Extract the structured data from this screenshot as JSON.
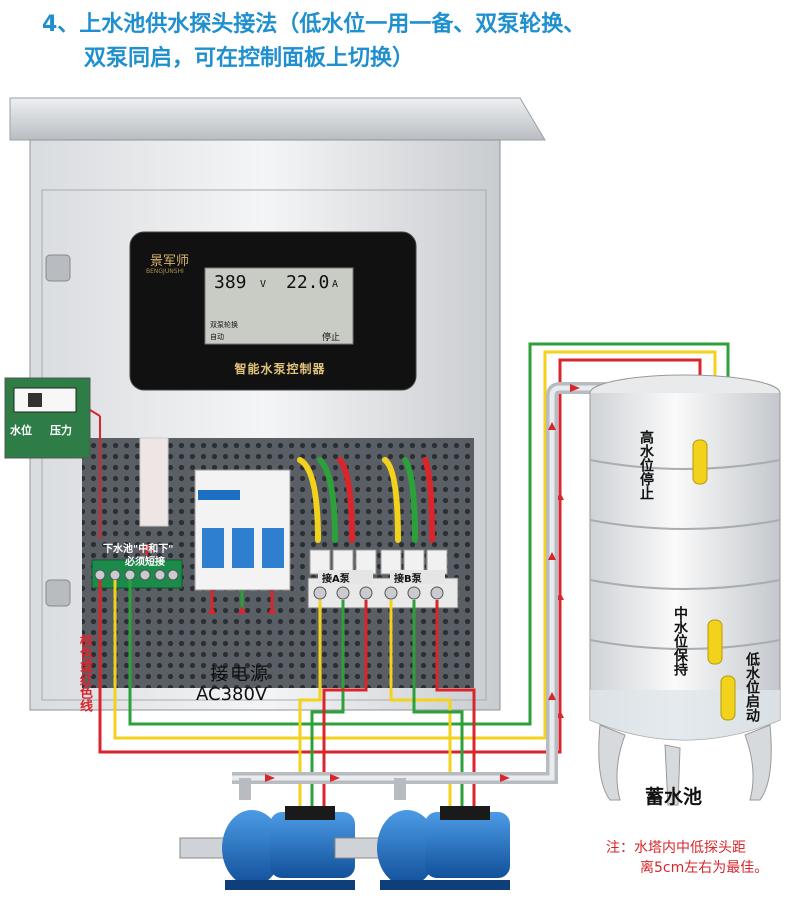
{
  "title": {
    "line1": "4、上水池供水探头接法（低水位一用一备、双泵轮换、",
    "line2": "双泵同启，可在控制面板上切换）"
  },
  "panel": {
    "brand": "景军师",
    "brand_sub": "BENGJUNSHI",
    "name": "智能水泵控制器",
    "lcd": {
      "voltage": "389",
      "voltage_unit": "V",
      "current": "22.0",
      "current_unit": "A",
      "mode": "双泵轮换",
      "mode2": "自动",
      "status": "停止"
    }
  },
  "switch_inset": {
    "label_left": "水位",
    "label_right": "压力"
  },
  "labels": {
    "short_note_1": "下水池\"中和下\"",
    "short_note_2": "必须短接",
    "pump_a": "接A泵",
    "pump_b": "接B泵",
    "power_1": "接电源",
    "power_2": "AC380V",
    "wire_color": "棕色或红色线",
    "high_level": "高水位停止",
    "mid_level": "中水位保持",
    "low_level": "低水位启动",
    "tank": "蓄水池",
    "note_1": "注：水塔内中低探头距",
    "note_2": "离5cm左右为最佳。"
  },
  "colors": {
    "title": "#1f8fce",
    "wire_red": "#d9262c",
    "wire_yellow": "#f2d21a",
    "wire_green": "#2ca13a",
    "pump": "#1d6fc4",
    "note": "#d9262c"
  }
}
